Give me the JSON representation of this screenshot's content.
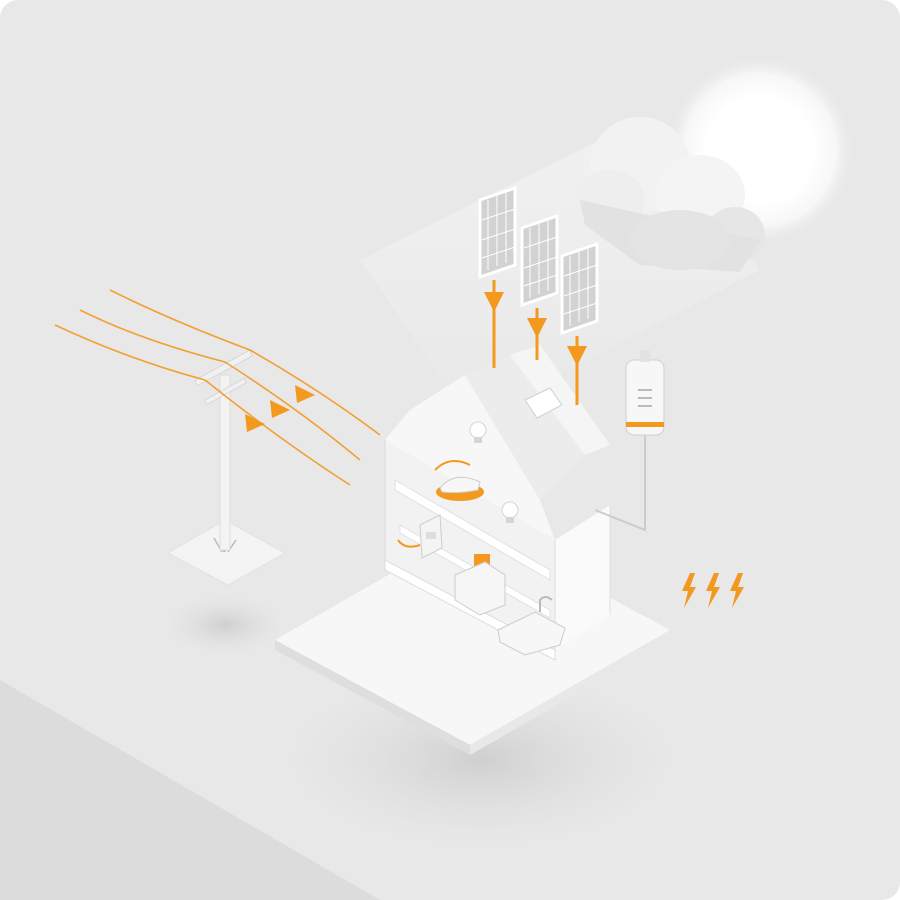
{
  "illustration": {
    "subject": "solar-powered-home-energy",
    "elements": [
      "sun-icon",
      "cloud-icon",
      "solar-panel-icon",
      "arrow-down-icon",
      "battery-icon",
      "power-pole-icon",
      "power-line-icon",
      "house-icon",
      "light-bulb-icon",
      "iron-icon",
      "toaster-icon",
      "bathtub-icon",
      "electric-meter-icon",
      "lightning-icon"
    ]
  },
  "colors": {
    "background": "#e8e8e8",
    "background_shadow": "#dcdcdc",
    "accent": "#f39a1e",
    "accent_dark": "#e07b00",
    "white": "#ffffff",
    "panel": "#d4d4d4"
  },
  "counts": {
    "solar_panels": 3,
    "lightning_bolts": 3,
    "light_bulbs": 2
  }
}
